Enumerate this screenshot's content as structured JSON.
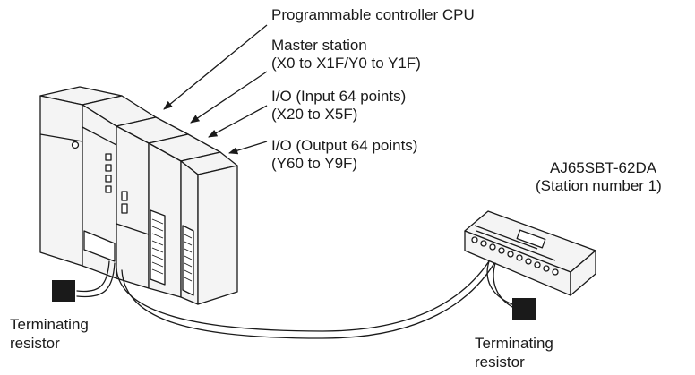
{
  "labels": {
    "cpu": "Programmable controller CPU",
    "master_line1": "Master station",
    "master_line2": "(X0 to X1F/Y0 to Y1F)",
    "input_line1": "I/O (Input 64 points)",
    "input_line2": "(X20 to X5F)",
    "output_line1": "I/O (Output 64 points)",
    "output_line2": "(Y60 to Y9F)",
    "remote_line1": "AJ65SBT-62DA",
    "remote_line2": "(Station number 1)",
    "term_left_line1": "Terminating",
    "term_left_line2": "resistor",
    "term_right_line1": "Terminating",
    "term_right_line2": "resistor"
  },
  "colors": {
    "line": "#1a1a1a",
    "unit": "#f4f4f4",
    "terminator": "#1a1a1a"
  }
}
